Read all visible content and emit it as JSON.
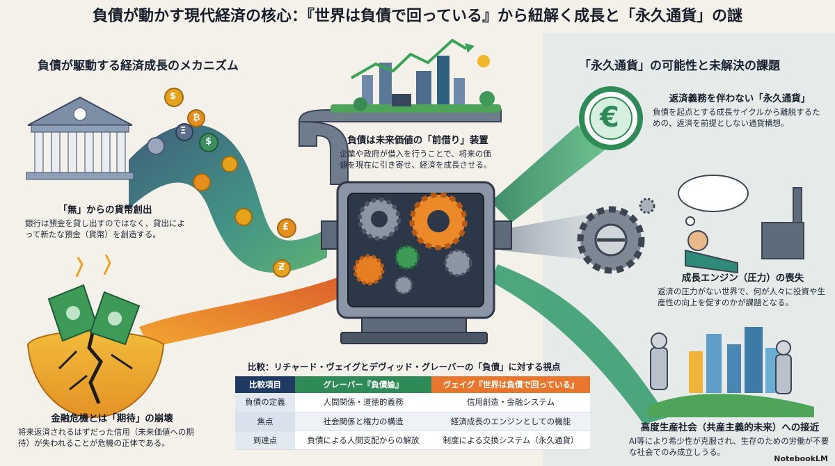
{
  "title": "負債が動かす現代経済の核心：『世界は負債で回っている』から紐解く成長と「永久通貨」の謎",
  "left_section_heading": "負債が駆動する経済成長のメカニズム",
  "right_section_heading": "「永久通貨」の可能性と未解決の課題",
  "money_creation": {
    "heading": "「無」からの貨幣創出",
    "text": "銀行は預金を貸し出すのではなく、貸出によって新たな預金（貨幣）を創造する。"
  },
  "future_borrowing": {
    "heading": "負債は未来価値の「前借り」装置",
    "text": "企業や政府が借入を行うことで、将来の価値を現在に引き寄せ、経済を成長させる。"
  },
  "crisis": {
    "heading": "金融危機とは「期待」の崩壊",
    "text": "将来返済されるはずだった信用（未来価値への期待）が失われることが危機の正体である。"
  },
  "eternal_currency": {
    "heading": "返済義務を伴わない「永久通貨」",
    "text": "負債を起点とする成長サイクルから離脱するための、返済を前提としない通貨構想。"
  },
  "growth_engine": {
    "heading": "成長エンジン（圧力）の喪失",
    "text": "返済の圧力がない世界で、何が人々に投資や生産性の向上を促すのかが課題となる。"
  },
  "high_productivity": {
    "heading": "高度生産社会（共産主義的未来）への接近",
    "text": "AI等により希少性が克服され、生存のための労働が不要な社会でのみ成立しうる。"
  },
  "comparison": {
    "title": "比較：リチャード・ヴェイグとデヴィッド・グレーバーの「負債」に対する視点",
    "headers": [
      "比較項目",
      "グレーバー『負債論』",
      "ヴェイグ『世界は負債で回っている』"
    ],
    "rows": [
      [
        "負債の定義",
        "人間関係・道徳的義務",
        "信用創造・金融システム"
      ],
      [
        "焦点",
        "社会関係と権力の構造",
        "経済成長のエンジンとしての機能"
      ],
      [
        "到達点",
        "負債による人間支配からの解放",
        "制度による交換システム（永久通貨）"
      ]
    ]
  },
  "icons": {
    "coin_symbols": [
      "$",
      "₿",
      "Ξ",
      "$",
      "€",
      "₿",
      "$",
      "£",
      "Ƶ"
    ],
    "eternal_symbol": "€"
  },
  "colors": {
    "navy": "#1f3a63",
    "green": "#2e8b57",
    "orange": "#e8762c",
    "gold": "#e0a21b",
    "teal": "#2d7f7a"
  },
  "brand": "NotebookLM"
}
